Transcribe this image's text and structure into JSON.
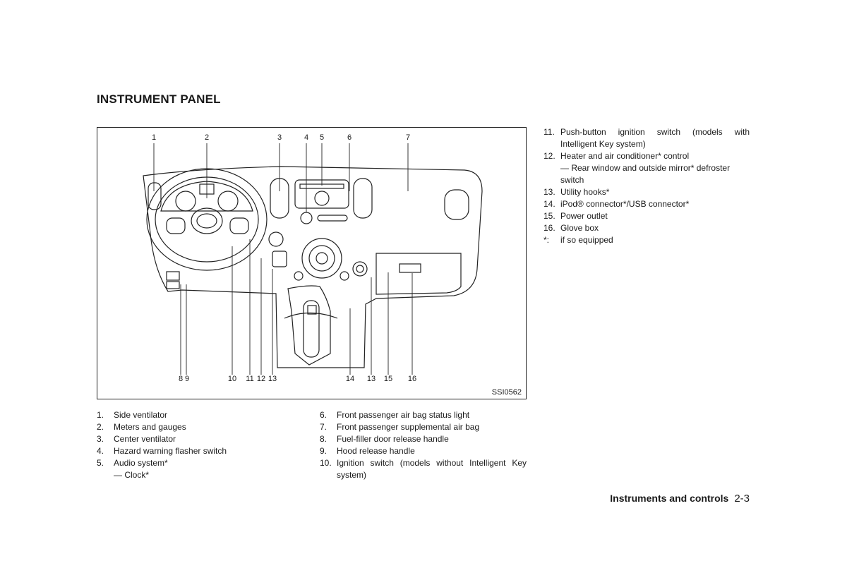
{
  "title": "INSTRUMENT PANEL",
  "figure": {
    "code": "SSI0562",
    "top_callouts": [
      "1",
      "2",
      "3",
      "4",
      "5",
      "6",
      "7"
    ],
    "bottom_callouts": [
      "8",
      "9",
      "10",
      "11",
      "12",
      "13",
      "14",
      "13",
      "15",
      "16"
    ]
  },
  "list_left": [
    {
      "num": "1.",
      "text": "Side ventilator"
    },
    {
      "num": "2.",
      "text": "Meters and gauges"
    },
    {
      "num": "3.",
      "text": "Center ventilator"
    },
    {
      "num": "4.",
      "text": "Hazard warning flasher switch"
    },
    {
      "num": "5.",
      "text": "Audio system*",
      "sub": "— Clock*"
    }
  ],
  "list_middle": [
    {
      "num": "6.",
      "text": "Front passenger air bag status light"
    },
    {
      "num": "7.",
      "text": "Front passenger supplemental air bag"
    },
    {
      "num": "8.",
      "text": "Fuel-filler door release handle"
    },
    {
      "num": "9.",
      "text": "Hood release handle"
    },
    {
      "num": "10.",
      "text": "Ignition switch (models without Intelligent Key system)"
    }
  ],
  "list_right": [
    {
      "num": "11.",
      "text": "Push-button ignition switch (models with Intelligent Key system)"
    },
    {
      "num": "12.",
      "text": "Heater and air conditioner* control",
      "sub": "— Rear window and outside mirror* defroster switch"
    },
    {
      "num": "13.",
      "text": "Utility hooks*"
    },
    {
      "num": "14.",
      "text": "iPod® connector*/USB connector*"
    },
    {
      "num": "15.",
      "text": "Power outlet"
    },
    {
      "num": "16.",
      "text": "Glove box"
    },
    {
      "num": "*:",
      "text": "if so equipped"
    }
  ],
  "footer": {
    "section": "Instruments and controls",
    "page": "2-3"
  }
}
